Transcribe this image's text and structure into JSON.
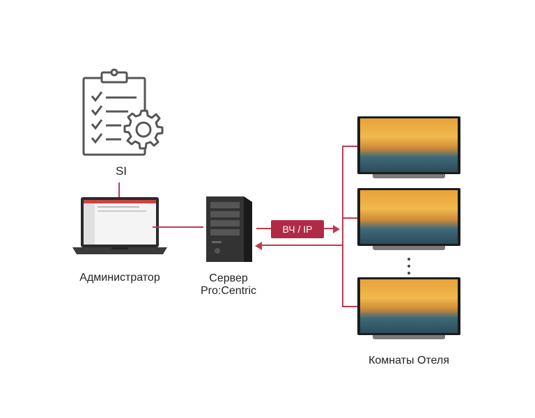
{
  "labels": {
    "si": "SI",
    "admin": "Администратор",
    "server_line1": "Сервер",
    "server_line2": "Pro:Centric",
    "rooms": "Комнаты Отеля",
    "badge": "ВЧ / IP"
  },
  "icons": {
    "checklist": "clipboard-gear-icon",
    "laptop": "laptop-icon",
    "server": "server-tower-icon",
    "tv": "tv-icon"
  },
  "colors": {
    "accent": "#b02a45",
    "line": "#c0394f"
  }
}
